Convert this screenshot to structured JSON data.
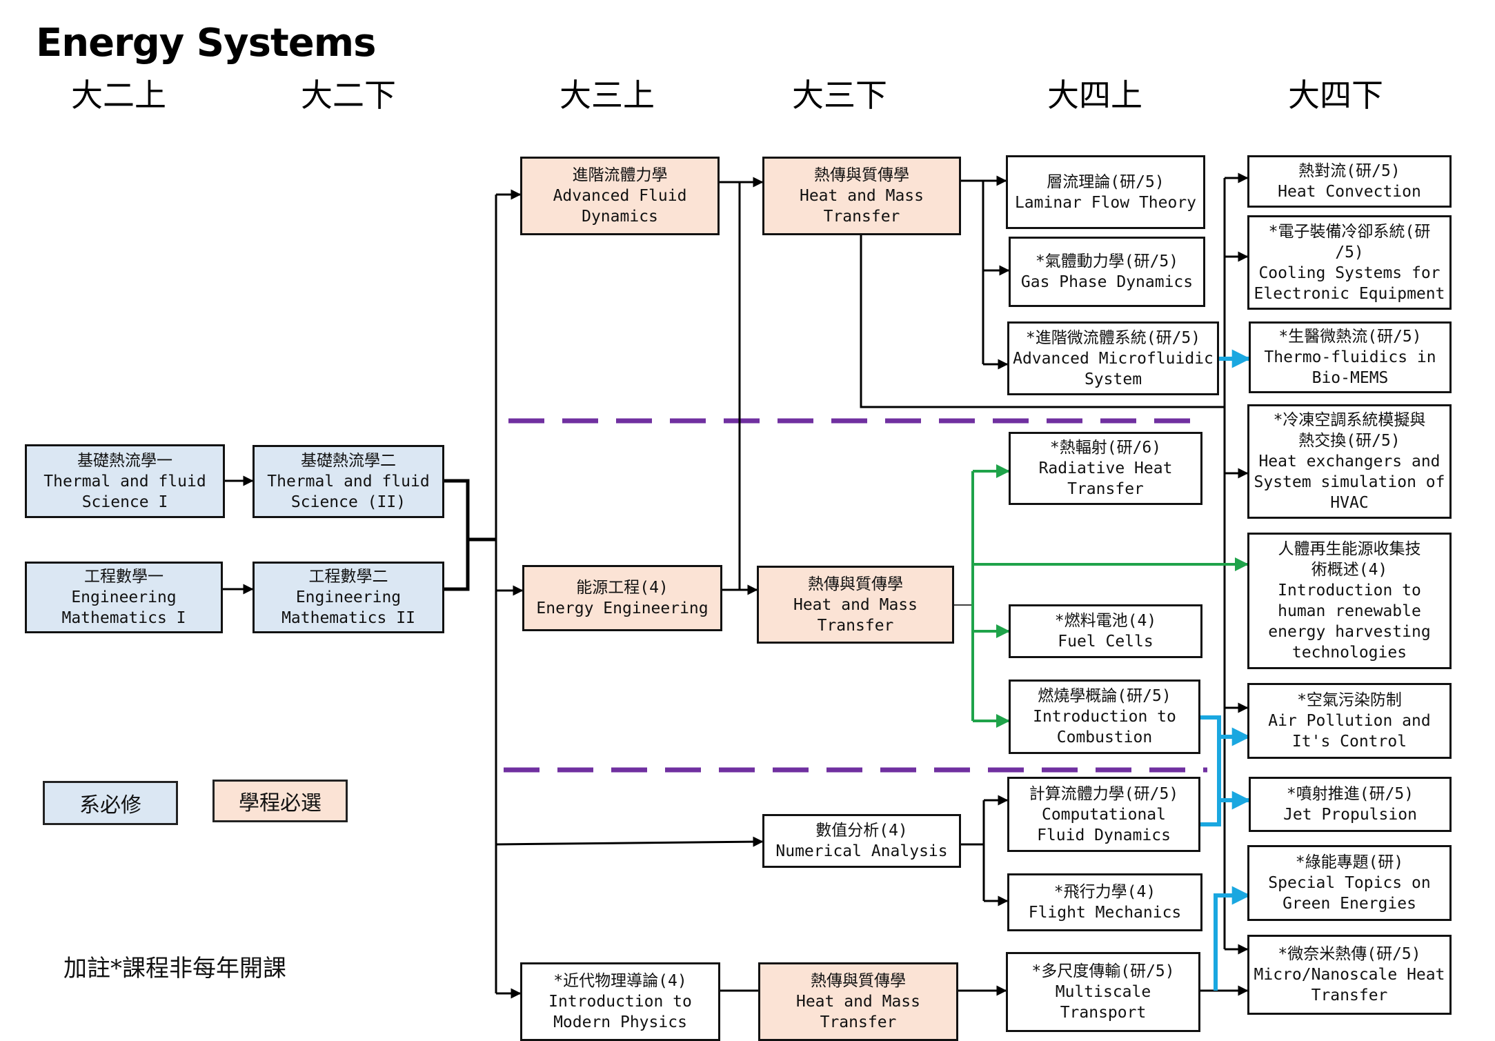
{
  "title": "Energy Systems",
  "semesters": [
    "大二上",
    "大二下",
    "大三上",
    "大三下",
    "大四上",
    "大四下"
  ],
  "courses": [
    {
      "id": "thermal1",
      "style": "blue",
      "lines": [
        "基礎熱流學一",
        "Thermal and fluid",
        "Science I"
      ]
    },
    {
      "id": "thermal2",
      "style": "blue",
      "lines": [
        "基礎熱流學二",
        "Thermal and fluid",
        "Science (II)"
      ]
    },
    {
      "id": "engmath1",
      "style": "blue",
      "lines": [
        "工程數學一",
        "Engineering",
        "Mathematics I"
      ]
    },
    {
      "id": "engmath2",
      "style": "blue",
      "lines": [
        "工程數學二",
        "Engineering",
        "Mathematics II"
      ]
    },
    {
      "id": "adv-fluid",
      "style": "orange",
      "lines": [
        "進階流體力學",
        "Advanced Fluid",
        "Dynamics"
      ]
    },
    {
      "id": "heat-mass-top",
      "style": "orange",
      "lines": [
        "熱傳與質傳學",
        "Heat and Mass",
        "Transfer"
      ]
    },
    {
      "id": "laminar",
      "style": "white",
      "lines": [
        "層流理論(研/5)",
        "Laminar Flow Theory"
      ]
    },
    {
      "id": "gas-phase",
      "style": "white",
      "lines": [
        "*氣體動力學(研/5)",
        "Gas Phase Dynamics"
      ]
    },
    {
      "id": "microfluidic",
      "style": "white",
      "lines": [
        "*進階微流體系統(研/5)",
        "Advanced Microfluidic",
        "System"
      ]
    },
    {
      "id": "heat-convection",
      "style": "white",
      "lines": [
        "熱對流(研/5)",
        "Heat Convection"
      ]
    },
    {
      "id": "cooling",
      "style": "white",
      "lines": [
        "*電子裝備冷卻系統(研",
        "/5)",
        "Cooling Systems for",
        "Electronic Equipment"
      ]
    },
    {
      "id": "bio-mems",
      "style": "white",
      "lines": [
        "*生醫微熱流(研/5)",
        "Thermo-fluidics in",
        "Bio-MEMS"
      ]
    },
    {
      "id": "hvac",
      "style": "white",
      "lines": [
        "*冷凍空調系統模擬與",
        "熱交換(研/5)",
        "Heat exchangers and",
        "System simulation of",
        "HVAC"
      ]
    },
    {
      "id": "radiative",
      "style": "white",
      "lines": [
        "*熱輻射(研/6)",
        "Radiative Heat",
        "Transfer"
      ]
    },
    {
      "id": "energy-eng",
      "style": "orange",
      "lines": [
        "能源工程(4)",
        "Energy Engineering"
      ]
    },
    {
      "id": "heat-mass-mid",
      "style": "orange",
      "lines": [
        "熱傳與質傳學",
        "Heat and Mass",
        "Transfer"
      ]
    },
    {
      "id": "renewable",
      "style": "white",
      "lines": [
        "人體再生能源收集技",
        "術概述(4)",
        "Introduction to",
        "human renewable",
        "energy harvesting",
        "technologies"
      ]
    },
    {
      "id": "fuel-cells",
      "style": "white",
      "lines": [
        "*燃料電池(4)",
        "Fuel Cells"
      ]
    },
    {
      "id": "combustion",
      "style": "white",
      "lines": [
        "燃燒學概論(研/5)",
        "Introduction to",
        "Combustion"
      ]
    },
    {
      "id": "air-pollution",
      "style": "white",
      "lines": [
        "*空氣污染防制",
        "Air Pollution and",
        "It's Control"
      ]
    },
    {
      "id": "cfd",
      "style": "white",
      "lines": [
        "計算流體力學(研/5)",
        "Computational",
        "Fluid Dynamics"
      ]
    },
    {
      "id": "jet",
      "style": "white",
      "lines": [
        "*噴射推進(研/5)",
        "Jet Propulsion"
      ]
    },
    {
      "id": "numerical",
      "style": "white",
      "lines": [
        "數值分析(4)",
        "Numerical Analysis"
      ]
    },
    {
      "id": "flight",
      "style": "white",
      "lines": [
        "*飛行力學(4)",
        "Flight Mechanics"
      ]
    },
    {
      "id": "green",
      "style": "white",
      "lines": [
        "*綠能專題(研)",
        "Special Topics on",
        "Green Energies"
      ]
    },
    {
      "id": "modern-physics",
      "style": "white",
      "lines": [
        "*近代物理導論(4)",
        "Introduction to",
        "Modern Physics"
      ]
    },
    {
      "id": "heat-mass-bot",
      "style": "orange",
      "lines": [
        "熱傳與質傳學",
        "Heat and Mass",
        "Transfer"
      ]
    },
    {
      "id": "multiscale",
      "style": "white",
      "lines": [
        "*多尺度傳輸(研/5)",
        "Multiscale",
        "Transport"
      ]
    },
    {
      "id": "micro-nano",
      "style": "white",
      "lines": [
        "*微奈米熱傳(研/5)",
        "Micro/Nanoscale Heat",
        "Transfer"
      ]
    }
  ],
  "legend": {
    "required": "系必修",
    "program": "學程必選"
  },
  "note": "加註*課程非每年開課",
  "colors": {
    "blue_box": "#dbe7f3",
    "orange_box": "#fbe3d5",
    "divider": "#7030a0",
    "green_arrow": "#1fa34a",
    "cyan_arrow": "#1aa7e0"
  }
}
